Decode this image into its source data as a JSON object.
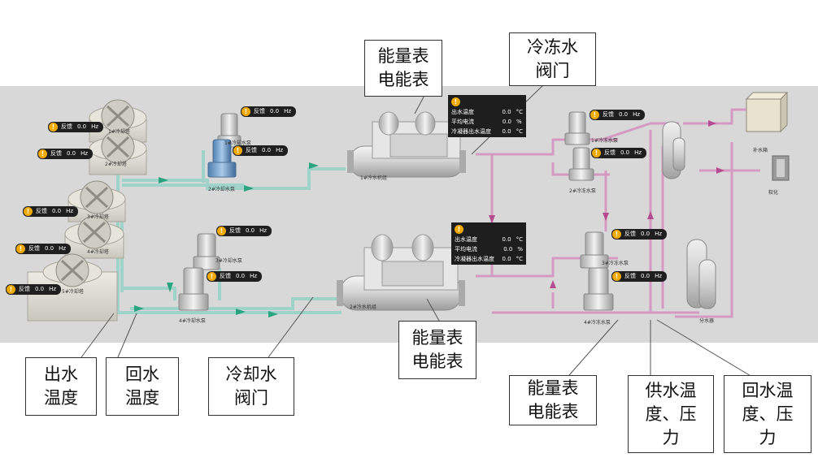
{
  "callouts": {
    "energy_top": [
      "能量表",
      "电能表"
    ],
    "chilled_valve": [
      "冷冻水",
      "阀门"
    ],
    "outlet_temp": [
      "出水",
      "温度"
    ],
    "return_temp": [
      "回水",
      "温度"
    ],
    "cooling_valve": [
      "冷却水",
      "阀门"
    ],
    "energy_mid": [
      "能量表",
      "电能表"
    ],
    "energy_right": [
      "能量表",
      "电能表"
    ],
    "supply_tp": [
      "供水温",
      "度、压",
      "力"
    ],
    "return_tp": [
      "回水温",
      "度、压",
      "力"
    ]
  },
  "badges": {
    "label": "反馈",
    "value": "0.0",
    "unit": "Hz",
    "icon": "!"
  },
  "panels": [
    {
      "rows": [
        {
          "label": "出水温度",
          "value": "0.0",
          "unit": "°C"
        },
        {
          "label": "平均电流",
          "value": "0.0",
          "unit": "%"
        },
        {
          "label": "冷凝器出水温度",
          "value": "0.0",
          "unit": "°C"
        }
      ]
    },
    {
      "rows": [
        {
          "label": "出水温度",
          "value": "0.0",
          "unit": "°C"
        },
        {
          "label": "平均电流",
          "value": "0.0",
          "unit": "%"
        },
        {
          "label": "冷凝器出水温度",
          "value": "0.0",
          "unit": "°C"
        }
      ]
    }
  ],
  "equipment_labels": {
    "tower1": "1#冷却塔",
    "tower2": "2#冷却塔",
    "tower3": "3#冷却塔",
    "tower4": "4#冷却塔",
    "tower5": "5#冷却塔",
    "cpump1": "1#冷却水泵",
    "cpump2": "2#冷却水泵",
    "cpump3": "3#冷却水泵",
    "cpump4": "4#冷却水泵",
    "chiller1": "1#冷水机组",
    "chiller2": "2#冷水机组",
    "fpump1": "1#冷冻水泵",
    "fpump2": "2#冷冻水泵",
    "fpump3": "3#冷冻水泵",
    "fpump4": "4#冷冻水泵",
    "makeup_tank": "补水箱",
    "softener": "软化",
    "splitter": "分水器"
  },
  "colors": {
    "floor": "#d8d8d8",
    "cooling_pipe": "#9fd3c9",
    "chilled_pipe": "#d49ac2",
    "flow_arrow": "#2aa37f",
    "panel_bg": "#1e1e1e",
    "badge_icon": "#f2a900"
  }
}
